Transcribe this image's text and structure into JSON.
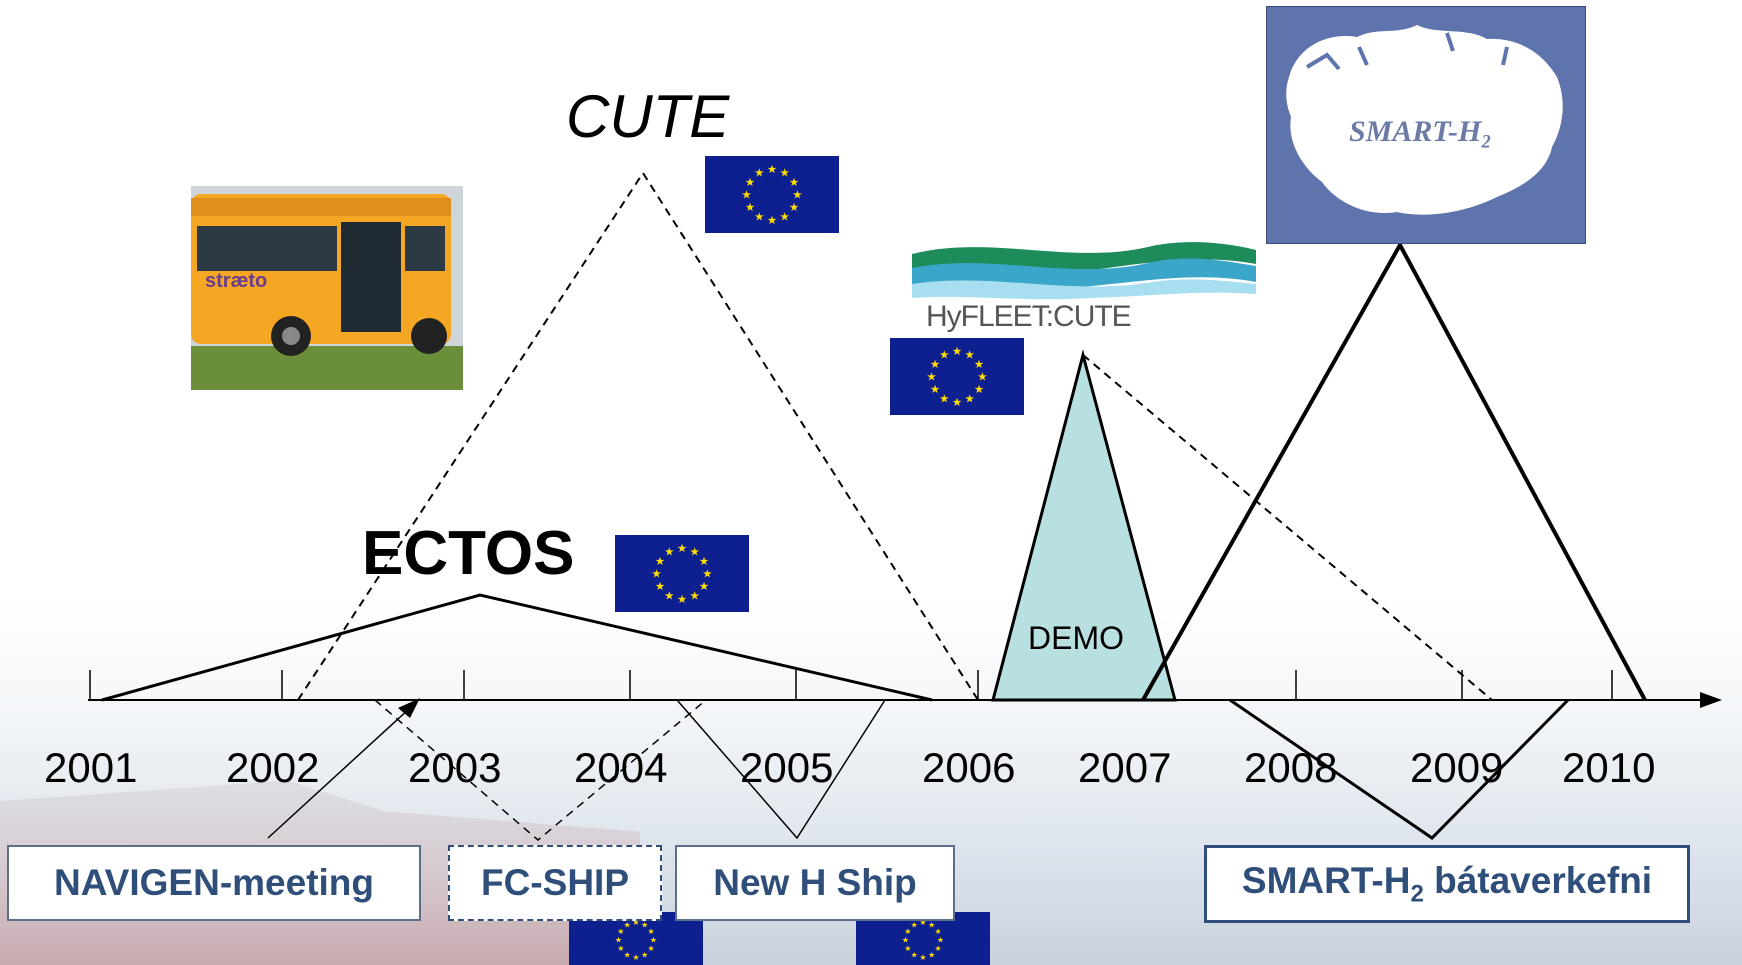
{
  "timeline": {
    "years": [
      "2001",
      "2002",
      "2003",
      "2004",
      "2005",
      "2006",
      "2007",
      "2008",
      "2009",
      "2010"
    ]
  },
  "projects": {
    "cute": "CUTE",
    "ectos": "ECTOS",
    "demo": "DEMO",
    "hyfleet": "HyFLEET:CUTE",
    "smart_logo": "SMART-H₂",
    "bus_sign": "stræto"
  },
  "boxes": {
    "navigen": "NAVIGEN-meeting",
    "fcship": "FC-SHIP",
    "newship": "New H Ship",
    "smart_main": "SMART-H",
    "smart_sub": "2",
    "smart_rest": " bátaverkefni"
  },
  "colors": {
    "eu_blue": "#0e1f8f",
    "eu_star": "#ffdd00",
    "demo_fill": "#b9e0e1",
    "box_text": "#2f4f7a",
    "map_bg": "#5f73ad"
  }
}
